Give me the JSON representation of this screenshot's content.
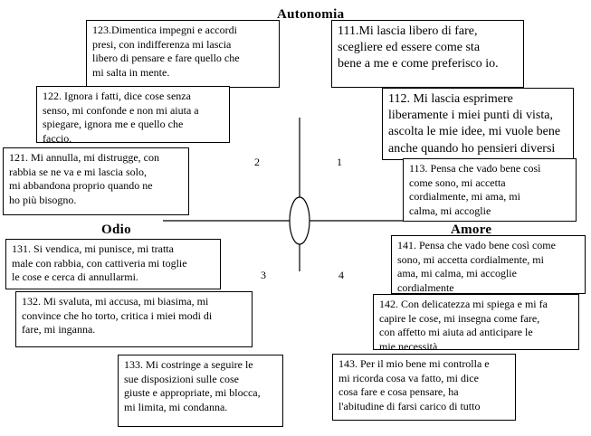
{
  "headings": {
    "top": "Autonomia",
    "left": "Odio",
    "right": "Amore"
  },
  "quadrants": {
    "q1": "1",
    "q2": "2",
    "q3": "3",
    "q4": "4"
  },
  "boxes": {
    "b123": "123.Dimentica impegni e accordi\npresi, con indifferenza mi lascia\nlibero di pensare e fare quello che\nmi salta in mente.",
    "b122": "122. Ignora i fatti, dice cose senza\nsenso, mi confonde e non mi aiuta a\nspiegare, ignora me e quello che\nfaccio.",
    "b121": "121. Mi annulla, mi distrugge, con\nrabbia se ne va e mi lascia solo,\nmi abbandona proprio quando ne\nho più bisogno.",
    "b111": "111.Mi lascia libero di fare,\nscegliere ed essere come sta\nbene a me e come preferisco io.",
    "b112": "112. Mi lascia esprimere\nliberamente i miei punti di vista,\nascolta le mie idee, mi vuole bene\nanche quando ho pensieri diversi",
    "b113": "113. Pensa che vado bene così\ncome sono, mi accetta\ncordialmente, mi ama, mi\ncalma, mi accoglie",
    "b131": "131. Si vendica, mi punisce, mi tratta\nmale con rabbia, con cattiveria mi toglie\nle cose e cerca di annullarmi.",
    "b132": "132. Mi svaluta, mi accusa, mi biasima, mi\nconvince che ho torto, critica i miei modi di\nfare, mi inganna.",
    "b133": "133. Mi costringe a seguire le\nsue disposizioni sulle cose\ngiuste e appropriate, mi blocca,\nmi limita, mi condanna.",
    "b141": "141. Pensa che vado bene così come\nsono, mi accetta cordialmente, mi\nama, mi calma, mi accoglie\ncordialmente",
    "b142": "142. Con delicatezza mi spiega e mi fa\ncapire le cose, mi insegna come fare,\ncon affetto mi aiuta ad anticipare le\nmie necessità",
    "b143": "143. Per il mio bene mi controlla e\nmi ricorda cosa va fatto, mi dice\ncosa fare e cosa pensare, ha\nl'abitudine di farsi carico di tutto"
  }
}
